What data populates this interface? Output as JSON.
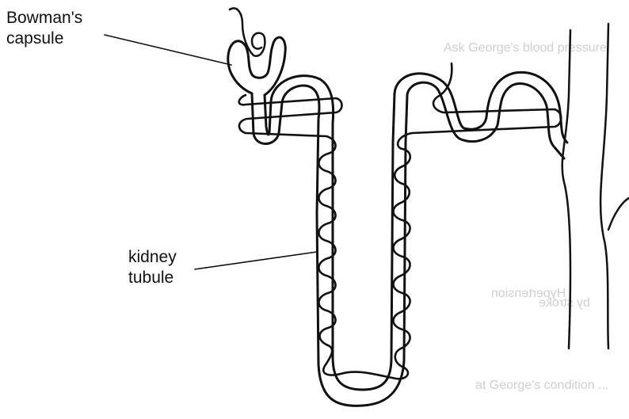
{
  "labels": {
    "bowmans_capsule": "Bowman's\ncapsule",
    "kidney_tubule": "kidney\ntubule"
  },
  "background_text": {
    "line1": "Ask George's blood pressure",
    "line2": "Hypertension",
    "line3": "by stroke",
    "line4": "at George's condition ..."
  },
  "colors": {
    "ink": "#111111",
    "paper": "#ffffff",
    "show_through": "#cfcfcf"
  }
}
